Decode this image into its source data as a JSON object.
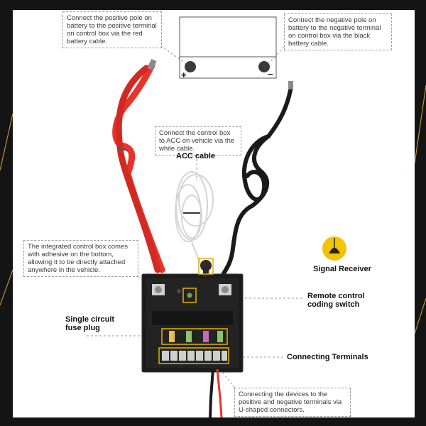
{
  "callouts": {
    "positive": "Connect the positive pole on battery to the positive terminal on control box via the red battery cable.",
    "negative": "Connect the negative pole on battery to the negative terminal on control box via the black battery cable.",
    "acc": "Connect the control box to ACC on vehicle via the white cable.",
    "box": "The integrated control box comes with adhesive on the bottom, allowing it to be directly attached anywhere in the vehicle.",
    "devices": "Connecting the devices to the positive and negative terminals via U-shaped connectors."
  },
  "labels": {
    "acc_cable": "ACC cable",
    "signal_receiver": "Signal Receiver",
    "remote_switch": "Remote control coding switch",
    "fuse_plug": "Single circuit fuse plug",
    "terminals": "Connecting Terminals"
  },
  "battery": {
    "positive_symbol": "+",
    "negative_symbol": "−"
  },
  "colors": {
    "red_cable": "#e8332b",
    "black_cable": "#1a1a1a",
    "white_cable": "#dcdcdc",
    "highlight": "#e2b100",
    "background": "#141414",
    "gold_accent": "#b8923a"
  }
}
